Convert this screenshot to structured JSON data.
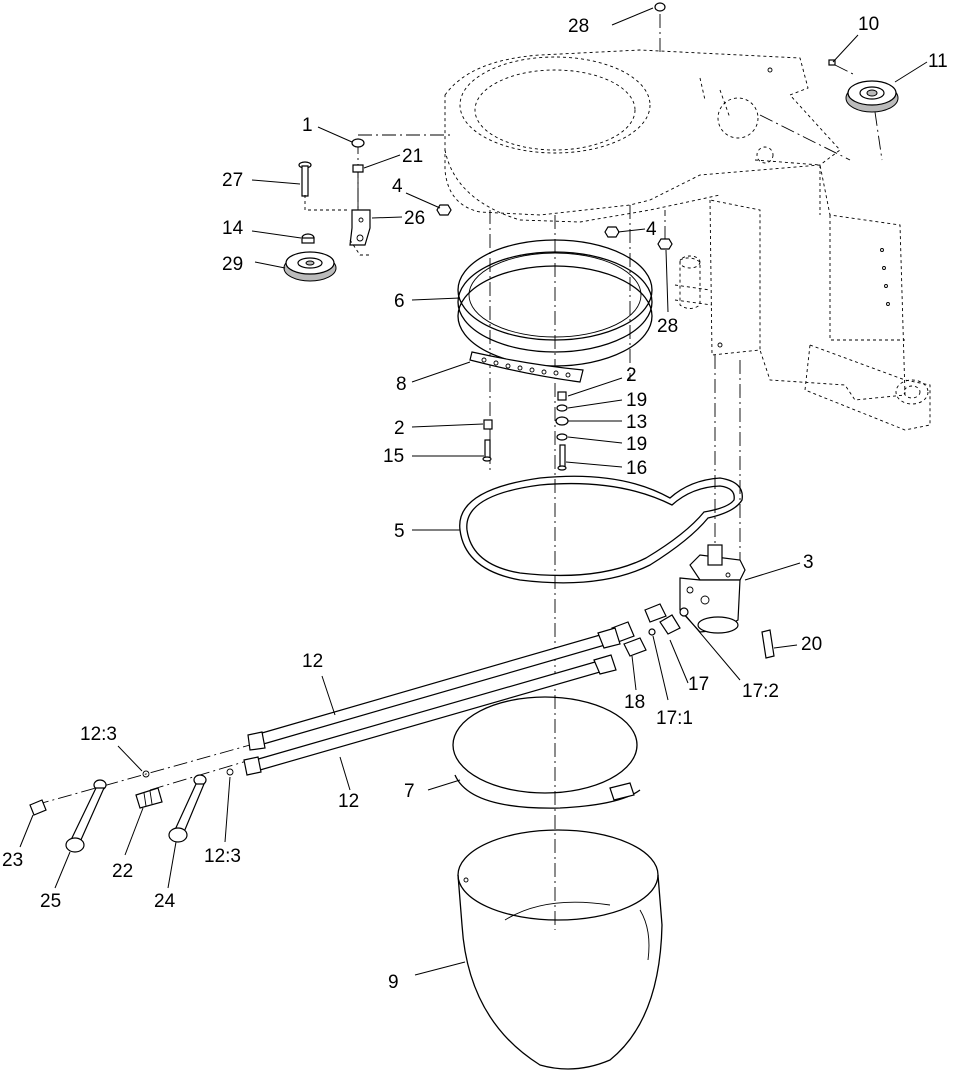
{
  "callouts": [
    {
      "id": "c1",
      "text": "1"
    },
    {
      "id": "c21",
      "text": "21"
    },
    {
      "id": "c27",
      "text": "27"
    },
    {
      "id": "c4a",
      "text": "4"
    },
    {
      "id": "c26",
      "text": "26"
    },
    {
      "id": "c14",
      "text": "14"
    },
    {
      "id": "c29",
      "text": "29"
    },
    {
      "id": "c28a",
      "text": "28"
    },
    {
      "id": "c10",
      "text": "10"
    },
    {
      "id": "c11",
      "text": "11"
    },
    {
      "id": "c4b",
      "text": "4"
    },
    {
      "id": "c28b",
      "text": "28"
    },
    {
      "id": "c6",
      "text": "6"
    },
    {
      "id": "c8",
      "text": "8"
    },
    {
      "id": "c2a",
      "text": "2"
    },
    {
      "id": "c19a",
      "text": "19"
    },
    {
      "id": "c13",
      "text": "13"
    },
    {
      "id": "c19b",
      "text": "19"
    },
    {
      "id": "c2b",
      "text": "2"
    },
    {
      "id": "c15",
      "text": "15"
    },
    {
      "id": "c16",
      "text": "16"
    },
    {
      "id": "c5",
      "text": "5"
    },
    {
      "id": "c3",
      "text": "3"
    },
    {
      "id": "c20",
      "text": "20"
    },
    {
      "id": "c12a",
      "text": "12"
    },
    {
      "id": "c17",
      "text": "17"
    },
    {
      "id": "c17_2",
      "text": "17:2"
    },
    {
      "id": "c18",
      "text": "18"
    },
    {
      "id": "c17_1",
      "text": "17:1"
    },
    {
      "id": "c12_3a",
      "text": "12:3"
    },
    {
      "id": "c12b",
      "text": "12"
    },
    {
      "id": "c7",
      "text": "7"
    },
    {
      "id": "c23",
      "text": "23"
    },
    {
      "id": "c22",
      "text": "22"
    },
    {
      "id": "c12_3b",
      "text": "12:3"
    },
    {
      "id": "c25",
      "text": "25"
    },
    {
      "id": "c24",
      "text": "24"
    },
    {
      "id": "c9",
      "text": "9"
    }
  ]
}
